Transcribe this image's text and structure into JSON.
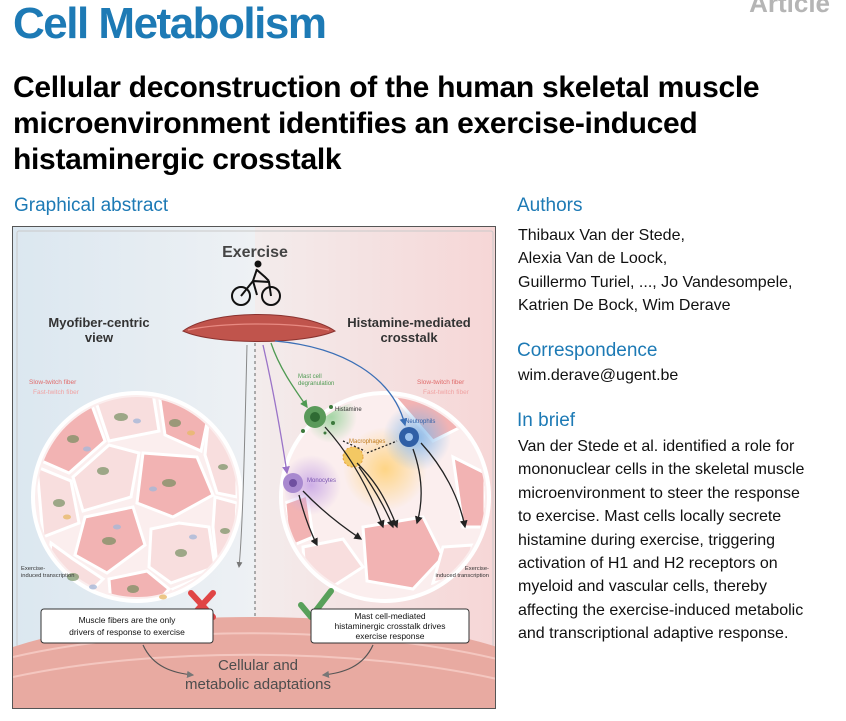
{
  "header": {
    "journal_name": "Cell Metabolism",
    "article_type": "Article",
    "title": "Cellular deconstruction of the human skeletal muscle microenvironment identifies an exercise-induced histaminergic crosstalk"
  },
  "graphical_abstract": {
    "heading": "Graphical abstract",
    "exercise_label": "Exercise",
    "left_view_line1": "Myofiber-centric",
    "left_view_line2": "view",
    "right_view_line1": "Histamine-mediated",
    "right_view_line2": "crosstalk",
    "slow_twitch": "Slow-twitch fiber",
    "fast_twitch": "Fast-twitch fiber",
    "mast_cell_line1": "Mast cell",
    "mast_cell_line2": "degranulation",
    "histamine": "Histamine",
    "macrophages": "Macrophages",
    "neutrophils": "Neutrophils",
    "monocytes": "Monocytes",
    "exercise_induced_line1": "Exercise-",
    "exercise_induced_line2": "induced transcription",
    "left_box_line1": "Muscle fibers are the only",
    "left_box_line2": "drivers of response to exercise",
    "right_box_line1": "Mast cell-mediated",
    "right_box_line2": "histaminergic crosstalk drives",
    "right_box_line3": "exercise response",
    "bottom_line1": "Cellular and",
    "bottom_line2": "metabolic adaptations",
    "colors": {
      "left_bg": "#e4edf3",
      "right_bg": "#f6dede",
      "fiber_pink": "#f2b3b3",
      "fiber_light": "#f8dede",
      "cross_red": "#e04545",
      "check_green": "#58a05a"
    }
  },
  "authors": {
    "heading": "Authors",
    "lines": [
      "Thibaux Van der Stede,",
      "Alexia Van de Loock,",
      "Guillermo Turiel, ..., Jo Vandesompele,",
      "Katrien De Bock, Wim Derave"
    ]
  },
  "correspondence": {
    "heading": "Correspondence",
    "email": "wim.derave@ugent.be"
  },
  "in_brief": {
    "heading": "In brief",
    "lines": [
      "Van der Stede et al. identified a role for",
      "mononuclear cells in the skeletal muscle",
      "microenvironment to steer the response",
      "to exercise. Mast cells locally secrete",
      "histamine during exercise, triggering",
      "activation of H1 and H2 receptors on",
      "myeloid and vascular cells, thereby",
      "affecting the exercise-induced metabolic",
      "and transcriptional adaptive response."
    ]
  }
}
